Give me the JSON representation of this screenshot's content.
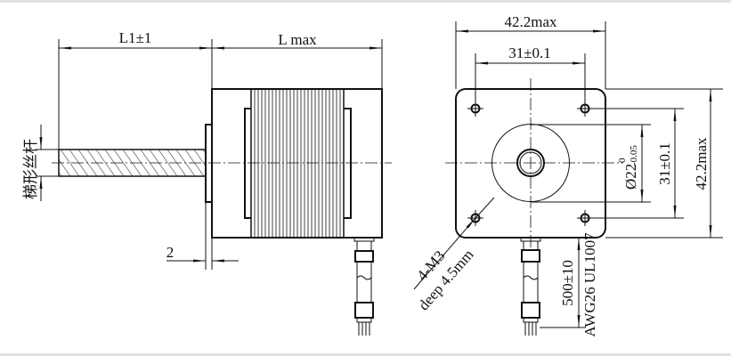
{
  "side_view": {
    "l1_label": "L1±1",
    "lmax_label": "L max",
    "screw_label": "梯形丝杆",
    "flange_offset_label": "2"
  },
  "front_view": {
    "width_label": "42.2max",
    "hole_spacing_h_label": "31±0.1",
    "boss_diameter_label": "Ø22",
    "boss_tol_upper": "0",
    "boss_tol_lower": "-0.05",
    "hole_spacing_v_label": "31±0.1",
    "height_label": "42.2max",
    "hole_spec_label": "4-M3",
    "hole_depth_label": "deep 4.5mm",
    "cable_length_label": "500±10",
    "cable_spec_label": "AWG26 UL1007"
  }
}
